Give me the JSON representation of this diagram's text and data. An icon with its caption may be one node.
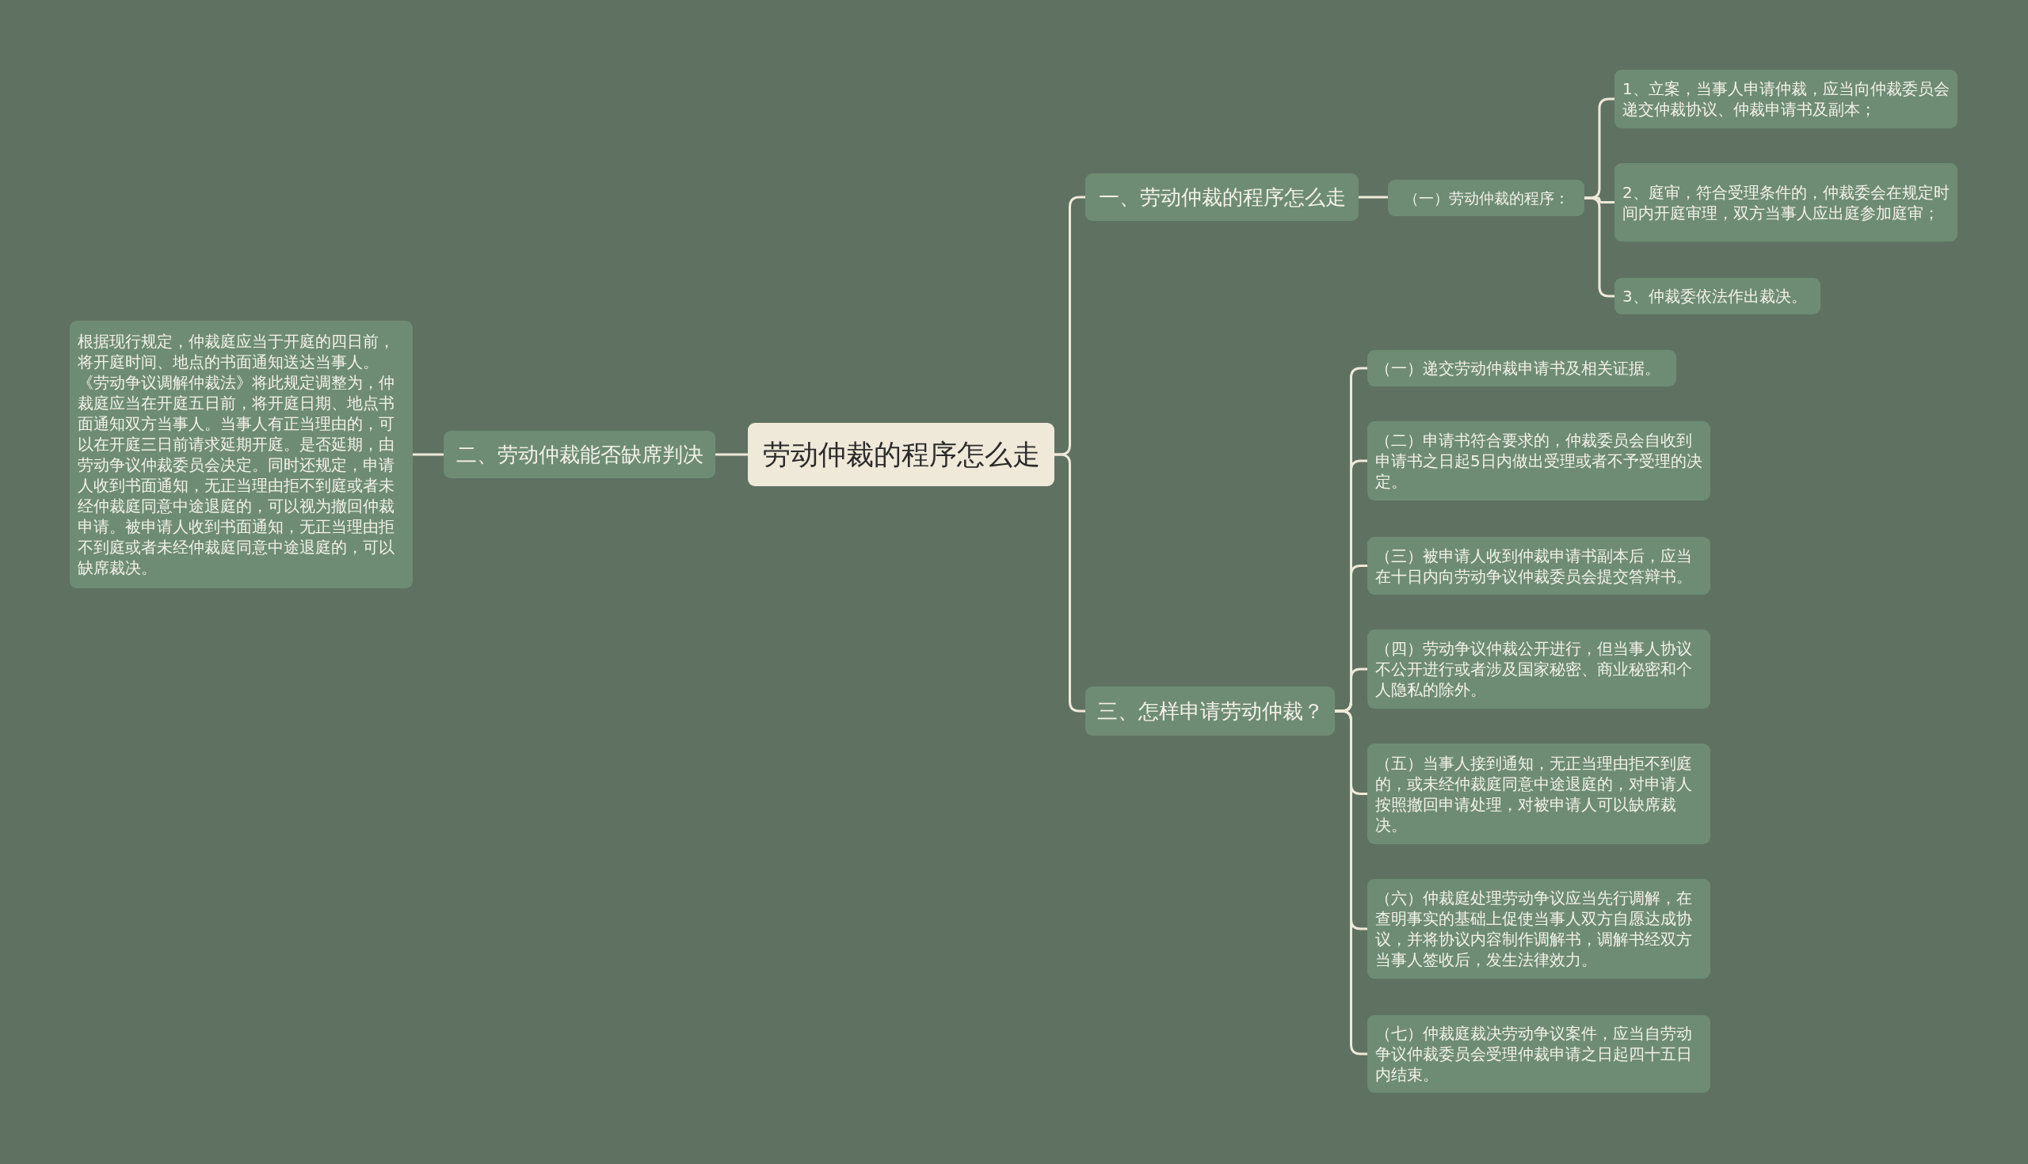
{
  "diagram": {
    "nodes": [
      {
        "text": [
          "劳动仲裁的程序怎么走"
        ]
      },
      {
        "text": [
          "一、劳动仲裁的程序怎么走"
        ]
      },
      {
        "text": [
          "（一）劳动仲裁的程序："
        ]
      },
      {
        "text": [
          "1、立案，当事人申请仲裁，应当向仲裁委员会递交仲裁协议、仲裁申请书及副本；"
        ]
      },
      {
        "text": [
          "2、庭审，符合受理条件的，仲裁委会在规定时间内开庭审理，双方当事人应出庭参加庭审；"
        ]
      },
      {
        "text": [
          "3、仲裁委依法作出裁决。"
        ]
      },
      {
        "text": [
          "二、劳动仲裁能否缺席判决"
        ]
      },
      {
        "text": [
          "根据现行规定，仲裁庭应当于开庭的四日前，将开庭时间、地点的书面通知送达当事人。《劳动争议调解仲裁法》将此规定调整为，仲裁庭应当在开庭五日前，将开庭日期、地点书面通知双方当事人。当事人有正当理由的，可以在开庭三日前请求延期开庭。是否延期，由劳动争议仲裁委员会决定。同时还规定，申请人收到书面通知，无正当理由拒不到庭或者未经仲裁庭同意中途退庭的，可以视为撤回仲裁申请。被申请人收到书面通知，无正当理由拒不到庭或者未经仲裁庭同意中途退庭的，可以缺席裁决。"
        ]
      },
      {
        "text": [
          "三、怎样申请劳动仲裁？"
        ]
      },
      {
        "text": [
          "（一）递交劳动仲裁申请书及相关证据。"
        ]
      },
      {
        "text": [
          "（二）申请书符合要求的，仲裁委员会自收到申请书之日起5日内做出受理或者不予受理的决定。"
        ]
      },
      {
        "text": [
          "（三）被申请人收到仲裁申请书副本后，应当在十日内向劳动争议仲裁委员会提交答辩书。"
        ]
      },
      {
        "text": [
          "（四）劳动争议仲裁公开进行，但当事人协议不公开进行或者涉及国家秘密、商业秘密和个人隐私的除外。"
        ]
      },
      {
        "text": [
          "（五）当事人接到通知，无正当理由拒不到庭的，或未经仲裁庭同意中途退庭的，对申请人按照撤回申请处理，对被申请人可以缺席裁决。"
        ]
      },
      {
        "text": [
          "（六）仲裁庭处理劳动争议应当先行调解，在查明事实的基础上促使当事人双方自愿达成协议，并将协议内容制作调解书，调解书经双方当事人签收后，发生法律效力。"
        ]
      },
      {
        "text": [
          "（七）仲裁庭裁决劳动争议案件，应当自劳动争议仲裁委员会受理仲裁申请之日起四十五日内结束。"
        ]
      }
    ],
    "edges": [
      {
        "from": 0,
        "to": 1,
        "arrow": "none"
      },
      {
        "from": 0,
        "to": 6,
        "arrow": "none"
      },
      {
        "from": 0,
        "to": 8,
        "arrow": "none"
      },
      {
        "from": 1,
        "to": 2,
        "arrow": "none"
      },
      {
        "from": 2,
        "to": 3,
        "arrow": "none"
      },
      {
        "from": 2,
        "to": 4,
        "arrow": "none"
      },
      {
        "from": 2,
        "to": 5,
        "arrow": "none"
      },
      {
        "from": 6,
        "to": 7,
        "arrow": "none"
      },
      {
        "from": 8,
        "to": 9,
        "arrow": "none"
      },
      {
        "from": 8,
        "to": 10,
        "arrow": "none"
      },
      {
        "from": 8,
        "to": 11,
        "arrow": "none"
      },
      {
        "from": 8,
        "to": 12,
        "arrow": "none"
      },
      {
        "from": 8,
        "to": 13,
        "arrow": "none"
      },
      {
        "from": 8,
        "to": 14,
        "arrow": "none"
      },
      {
        "from": 8,
        "to": 15,
        "arrow": "none"
      }
    ]
  }
}
